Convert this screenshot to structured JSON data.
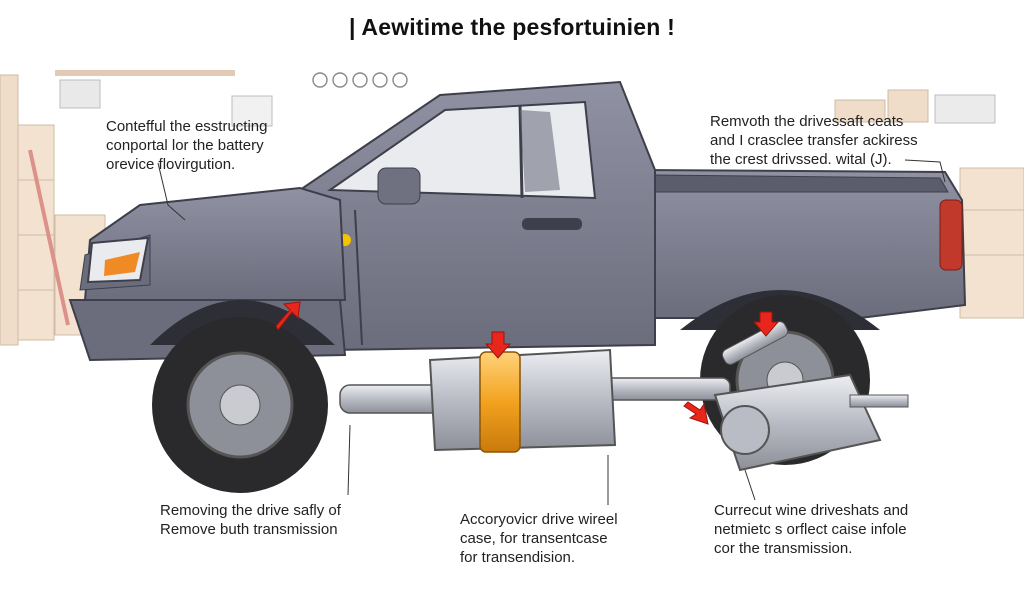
{
  "title": "| Aewitime the pesfortuinien !",
  "callouts": {
    "top_left": {
      "lines": [
        "Contefful the esstructing",
        "conportal lor the battery",
        "orevice flovirgution."
      ]
    },
    "top_right": {
      "lines": [
        "Remvoth the drivessaft ceats",
        "and I crasclee transfer ackiress",
        "the crest drivssed. wital (J)."
      ]
    },
    "bottom_left": {
      "lines": [
        "Removing the drive safly of",
        "Remove buth transmission"
      ]
    },
    "bottom_middle": {
      "lines": [
        "Accoryovicr drive wireel",
        "case, for transentcase",
        "for transendision."
      ]
    },
    "bottom_right": {
      "lines": [
        "Currecut wine driveshats and",
        "netmietc s orflect caise infole",
        "cor the transmission."
      ]
    }
  },
  "colors": {
    "truck_body": "#7d7f91",
    "truck_dark": "#5b5d6c",
    "tire": "#2a2a2d",
    "arrow": "#e8261c",
    "highlight": "#f2a21e",
    "metal": "#c9cbd0",
    "workshop": "#d9b58e"
  },
  "icons": [
    "wheel-icon",
    "gear-icon",
    "wrench-icon",
    "bolt-icon",
    "nut-icon"
  ]
}
